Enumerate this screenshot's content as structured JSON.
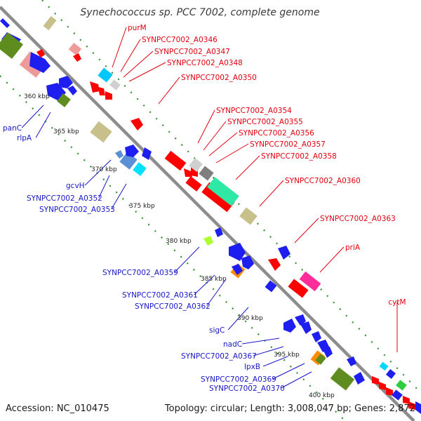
{
  "title": "Synechococcus sp. PCC 7002, complete genome",
  "footer": {
    "accession": "Accession: NC_010475",
    "summary": "Topology: circular; Length: 3,008,047 bp; Genes: 2,872"
  },
  "colors": {
    "backbone": "#8c8c8c",
    "dotted_track": "#2f8f2f",
    "forward_label": "#e3000f",
    "reverse_label": "#1616c8",
    "leader_forward": "#e3000f",
    "leader_reverse": "#1616c8"
  },
  "ticks": [
    "360 kbp",
    "365 kbp",
    "370 kbp",
    "375 kbp",
    "380 kbp",
    "385 kbp",
    "390 kbp",
    "395 kbp",
    "400 kbp"
  ],
  "forward_genes": [
    {
      "label": "purM",
      "color": "#ff0000"
    },
    {
      "label": "SYNPCC7002_A0346",
      "color": "#00c8ff"
    },
    {
      "label": "SYNPCC7002_A0347",
      "color": "#cfcfcf"
    },
    {
      "label": "SYNPCC7002_A0348",
      "color": "#ff0000"
    },
    {
      "label": "SYNPCC7002_A0350",
      "color": "#ff0000"
    },
    {
      "label": "SYNPCC7002_A0354",
      "color": "#ff0000"
    },
    {
      "label": "SYNPCC7002_A0355",
      "color": "#d0d0d0"
    },
    {
      "label": "SYNPCC7002_A0356",
      "color": "#7f7f7f"
    },
    {
      "label": "SYNPCC7002_A0357",
      "color": "#ff0000"
    },
    {
      "label": "SYNPCC7002_A0358",
      "color": "#2ee8a6"
    },
    {
      "label": "SYNPCC7002_A0360",
      "color": "#c8c08a"
    },
    {
      "label": "SYNPCC7002_A0363",
      "color": "#ff0000"
    },
    {
      "label": "priA",
      "color": "#ff2d9a"
    },
    {
      "label": "cytM",
      "color": "#00d8ff"
    }
  ],
  "reverse_genes": [
    {
      "label": "panC",
      "color": "#1e1ef0"
    },
    {
      "label": "rlpA",
      "color": "#5e8c1e"
    },
    {
      "label": "gcvH",
      "color": "#5b8fd6"
    },
    {
      "label": "SYNPCC7002_A0352",
      "color": "#1e1ef0"
    },
    {
      "label": "SYNPCC7002_A0353",
      "color": "#00e0ff"
    },
    {
      "label": "SYNPCC7002_A0359",
      "color": "#adff2f"
    },
    {
      "label": "SYNPCC7002_A0361",
      "color": "#ff8c00"
    },
    {
      "label": "SYNPCC7002_A0362",
      "color": "#1e1ef0"
    },
    {
      "label": "sigC",
      "color": "#1e1ef0"
    },
    {
      "label": "nadC",
      "color": "#1e1ef0"
    },
    {
      "label": "SYNPCC7002_A0367",
      "color": "#1e1ef0"
    },
    {
      "label": "lpxB",
      "color": "#ff8c00"
    },
    {
      "label": "SYNPCC7002_A0369",
      "color": "#1e1ef0"
    },
    {
      "label": "SYNPCC7002_A0370",
      "color": "#5e8c1e"
    }
  ]
}
